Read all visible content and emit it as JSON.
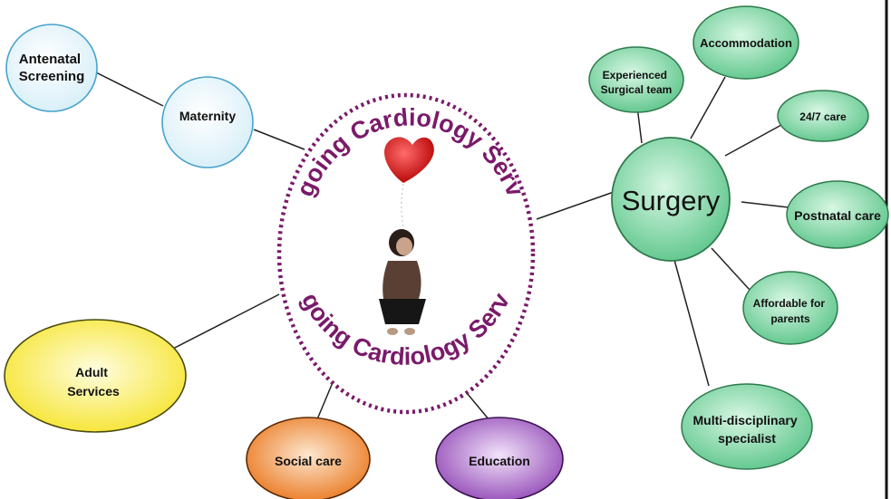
{
  "center": {
    "top_text": "Ongoing Cardiology Service",
    "bottom_text": "Ongoing Cardiology Service",
    "image": "child-with-red-heart-balloon"
  },
  "nodes": {
    "antenatal": {
      "lines": [
        "Antenatal",
        "Screening"
      ]
    },
    "maternity": {
      "lines": [
        "Maternity"
      ]
    },
    "adult": {
      "lines": [
        "Adult",
        "Services"
      ]
    },
    "social": {
      "lines": [
        "Social care"
      ]
    },
    "education": {
      "lines": [
        "Education"
      ]
    },
    "surgery": {
      "lines": [
        "Surgery"
      ]
    },
    "experienced": {
      "lines": [
        "Experienced",
        "Surgical team"
      ]
    },
    "accommodation": {
      "lines": [
        "Accommodation"
      ]
    },
    "care247": {
      "lines": [
        "24/7 care"
      ]
    },
    "postnatal": {
      "lines": [
        "Postnatal care"
      ]
    },
    "affordable": {
      "lines": [
        "Affordable for",
        "parents"
      ]
    },
    "multidisciplinary": {
      "lines": [
        "Multi-disciplinary",
        "specialist"
      ]
    }
  },
  "colors": {
    "blue_fill": "#e9f6fc",
    "blue_stroke": "#4aa3cc",
    "green_fill": "#8fdcb0",
    "green_stroke": "#2f7a4d",
    "yellow_fill": "#fff37a",
    "orange_fill": "#f08a2a",
    "purple_fill": "#a35bc4",
    "dotted_border": "#7a1a6a",
    "connector": "#222222"
  }
}
